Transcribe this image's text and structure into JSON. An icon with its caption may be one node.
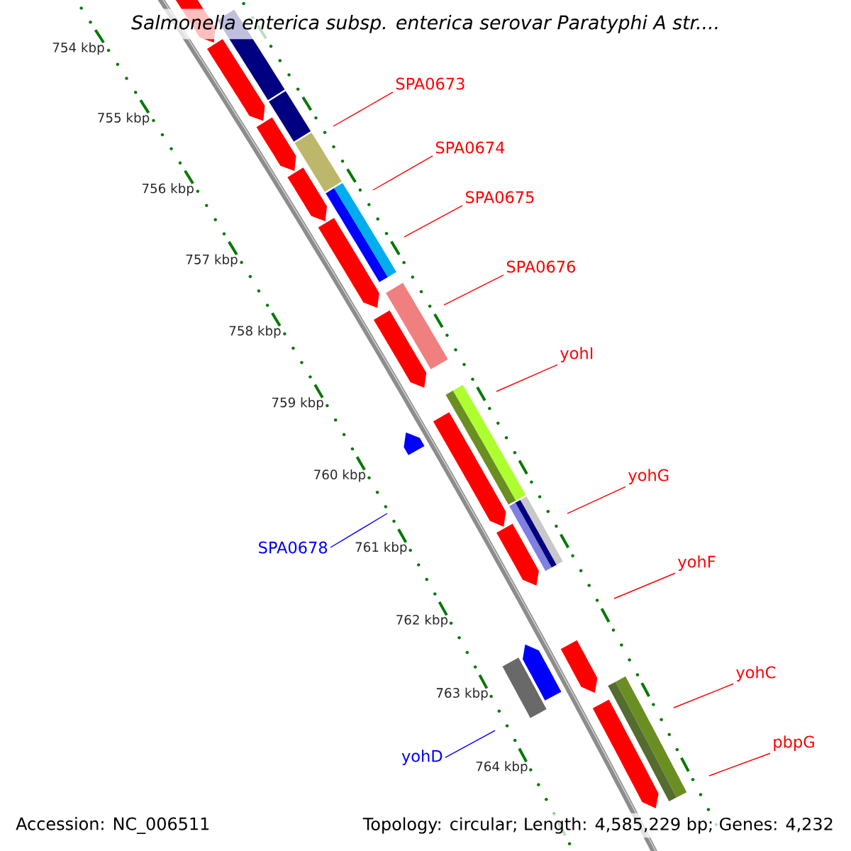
{
  "diagram": {
    "title": "Salmonella enterica subsp. enterica serovar Paratyphi A str....",
    "nodes": [
      {
        "text": [
          "SPA0673"
        ]
      },
      {
        "text": [
          "SPA0674"
        ]
      },
      {
        "text": [
          "SPA0675"
        ]
      },
      {
        "text": [
          "SPA0676"
        ]
      },
      {
        "text": [
          "yohI"
        ]
      },
      {
        "text": [
          "yohG"
        ]
      },
      {
        "text": [
          "yohF"
        ]
      },
      {
        "text": [
          "yohC"
        ]
      },
      {
        "text": [
          "pbpG"
        ]
      },
      {
        "text": [
          "SPA0678"
        ]
      },
      {
        "text": [
          "yohD"
        ]
      }
    ],
    "edges": [
      {
        "from": 0,
        "to": null,
        "arrow": "none"
      },
      {
        "from": 1,
        "to": null,
        "arrow": "none"
      },
      {
        "from": 2,
        "to": null,
        "arrow": "none"
      },
      {
        "from": 3,
        "to": null,
        "arrow": "none"
      },
      {
        "from": 4,
        "to": null,
        "arrow": "none"
      },
      {
        "from": 5,
        "to": null,
        "arrow": "none"
      },
      {
        "from": 6,
        "to": null,
        "arrow": "none"
      },
      {
        "from": 7,
        "to": null,
        "arrow": "none"
      },
      {
        "from": 8,
        "to": null,
        "arrow": "none"
      },
      {
        "from": 9,
        "to": null,
        "arrow": "none",
        "color": "#0000ff"
      },
      {
        "from": 10,
        "to": null,
        "arrow": "none",
        "color": "#0000ff"
      }
    ],
    "labels": [
      "754 kbp",
      "755 kbp",
      "756 kbp",
      "757 kbp",
      "758 kbp",
      "759 kbp",
      "760 kbp",
      "761 kbp",
      "762 kbp",
      "763 kbp",
      "764 kbp",
      "Accession: NC_006511",
      "Topology: circular; Length: 4,585,229 bp; Genes: 4,232"
    ]
  }
}
